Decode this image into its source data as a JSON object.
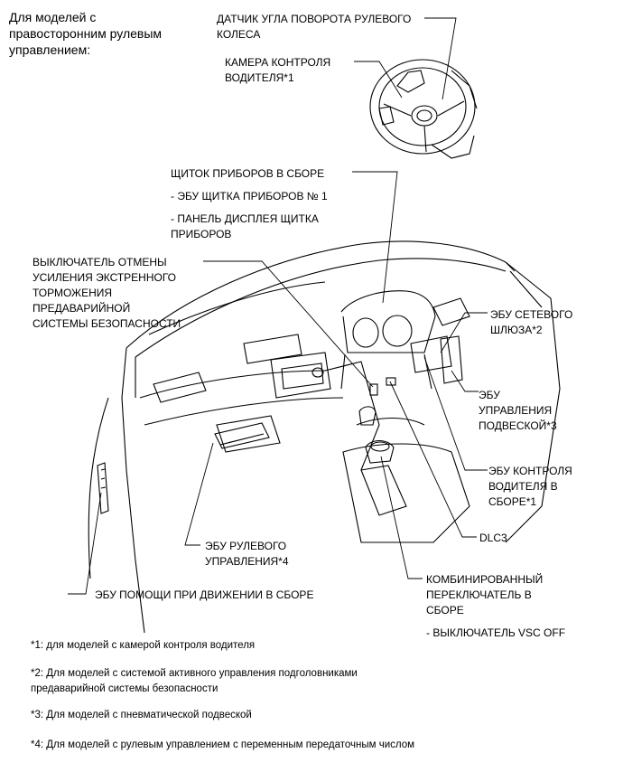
{
  "heading": {
    "line1": "Для моделей с",
    "line2": "правосторонним рулевым",
    "line3": "управлением:"
  },
  "labels": {
    "steering_angle_sensor": {
      "line1": "ДАТЧИК УГЛА ПОВОРОТА РУЛЕВОГО",
      "line2": "КОЛЕСА"
    },
    "driver_camera": {
      "line1": "КАМЕРА КОНТРОЛЯ",
      "line2": "ВОДИТЕЛЯ*1"
    },
    "instrument_panel": {
      "title": "ЩИТОК ПРИБОРОВ В СБОРЕ",
      "item1": "- ЭБУ ЩИТКА ПРИБОРОВ № 1",
      "item2_line1": "- ПАНЕЛЬ ДИСПЛЕЯ ЩИТКА",
      "item2_line2": "ПРИБОРОВ"
    },
    "brake_assist_cancel_switch": {
      "line1": "ВЫКЛЮЧАТЕЛЬ ОТМЕНЫ",
      "line2": "УСИЛЕНИЯ ЭКСТРЕННОГО",
      "line3": "ТОРМОЖЕНИЯ",
      "line4": "ПРЕДАВАРИЙНОЙ",
      "line5": "СИСТЕМЫ БЕЗОПАСНОСТИ"
    },
    "gateway_ecu": {
      "line1": "ЭБУ СЕТЕВОГО",
      "line2": "ШЛЮЗА*2"
    },
    "suspension_ecu": {
      "line1": "ЭБУ",
      "line2": "УПРАВЛЕНИЯ",
      "line3": "ПОДВЕСКОЙ*3"
    },
    "driver_monitor_ecu": {
      "line1": "ЭБУ КОНТРОЛЯ",
      "line2": "ВОДИТЕЛЯ В",
      "line3": "СБОРЕ*1"
    },
    "dlc3": "DLC3",
    "steering_ecu": {
      "line1": "ЭБУ РУЛЕВОГО",
      "line2": "УПРАВЛЕНИЯ*4"
    },
    "driving_support_ecu": "ЭБУ ПОМОЩИ ПРИ ДВИЖЕНИИ В СБОРЕ",
    "combination_switch": {
      "line1": "КОМБИНИРОВАННЫЙ",
      "line2": "ПЕРЕКЛЮЧАТЕЛЬ В",
      "line3": "СБОРЕ",
      "item": "- ВЫКЛЮЧАТЕЛЬ VSC OFF"
    }
  },
  "footnotes": {
    "n1": "*1: для моделей с камерой контроля водителя",
    "n2_line1": "*2: Для моделей с системой активного управления подголовниками",
    "n2_line2": "предаварийной системы безопасности",
    "n3": "*3: Для моделей с пневматической подвеской",
    "n4": "*4: Для моделей с рулевым управлением с переменным передаточным числом"
  }
}
